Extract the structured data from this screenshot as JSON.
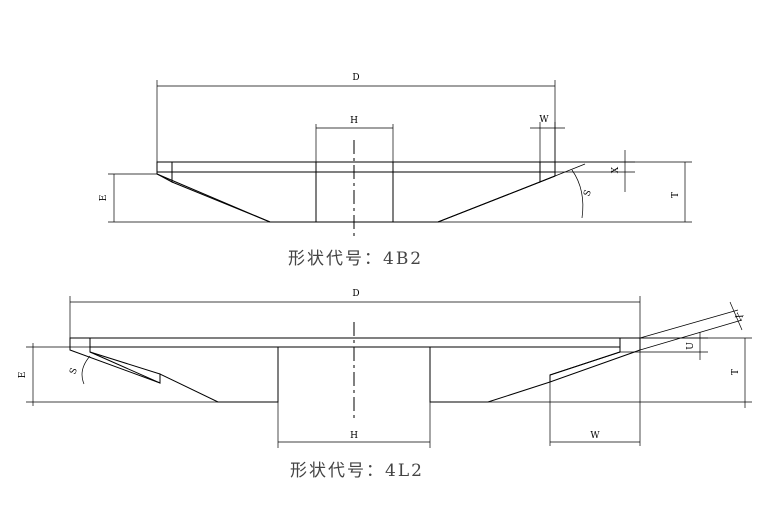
{
  "figure_top": {
    "caption": "形状代号：4B2",
    "labels": {
      "D": "D",
      "H": "H",
      "W": "W",
      "X": "X",
      "T": "T",
      "E": "E",
      "S": "S"
    }
  },
  "figure_bottom": {
    "caption": "形状代号：4L2",
    "labels": {
      "D": "D",
      "H": "H",
      "W": "W",
      "X": "X",
      "T": "T",
      "E": "E",
      "S": "S",
      "U": "U"
    }
  }
}
